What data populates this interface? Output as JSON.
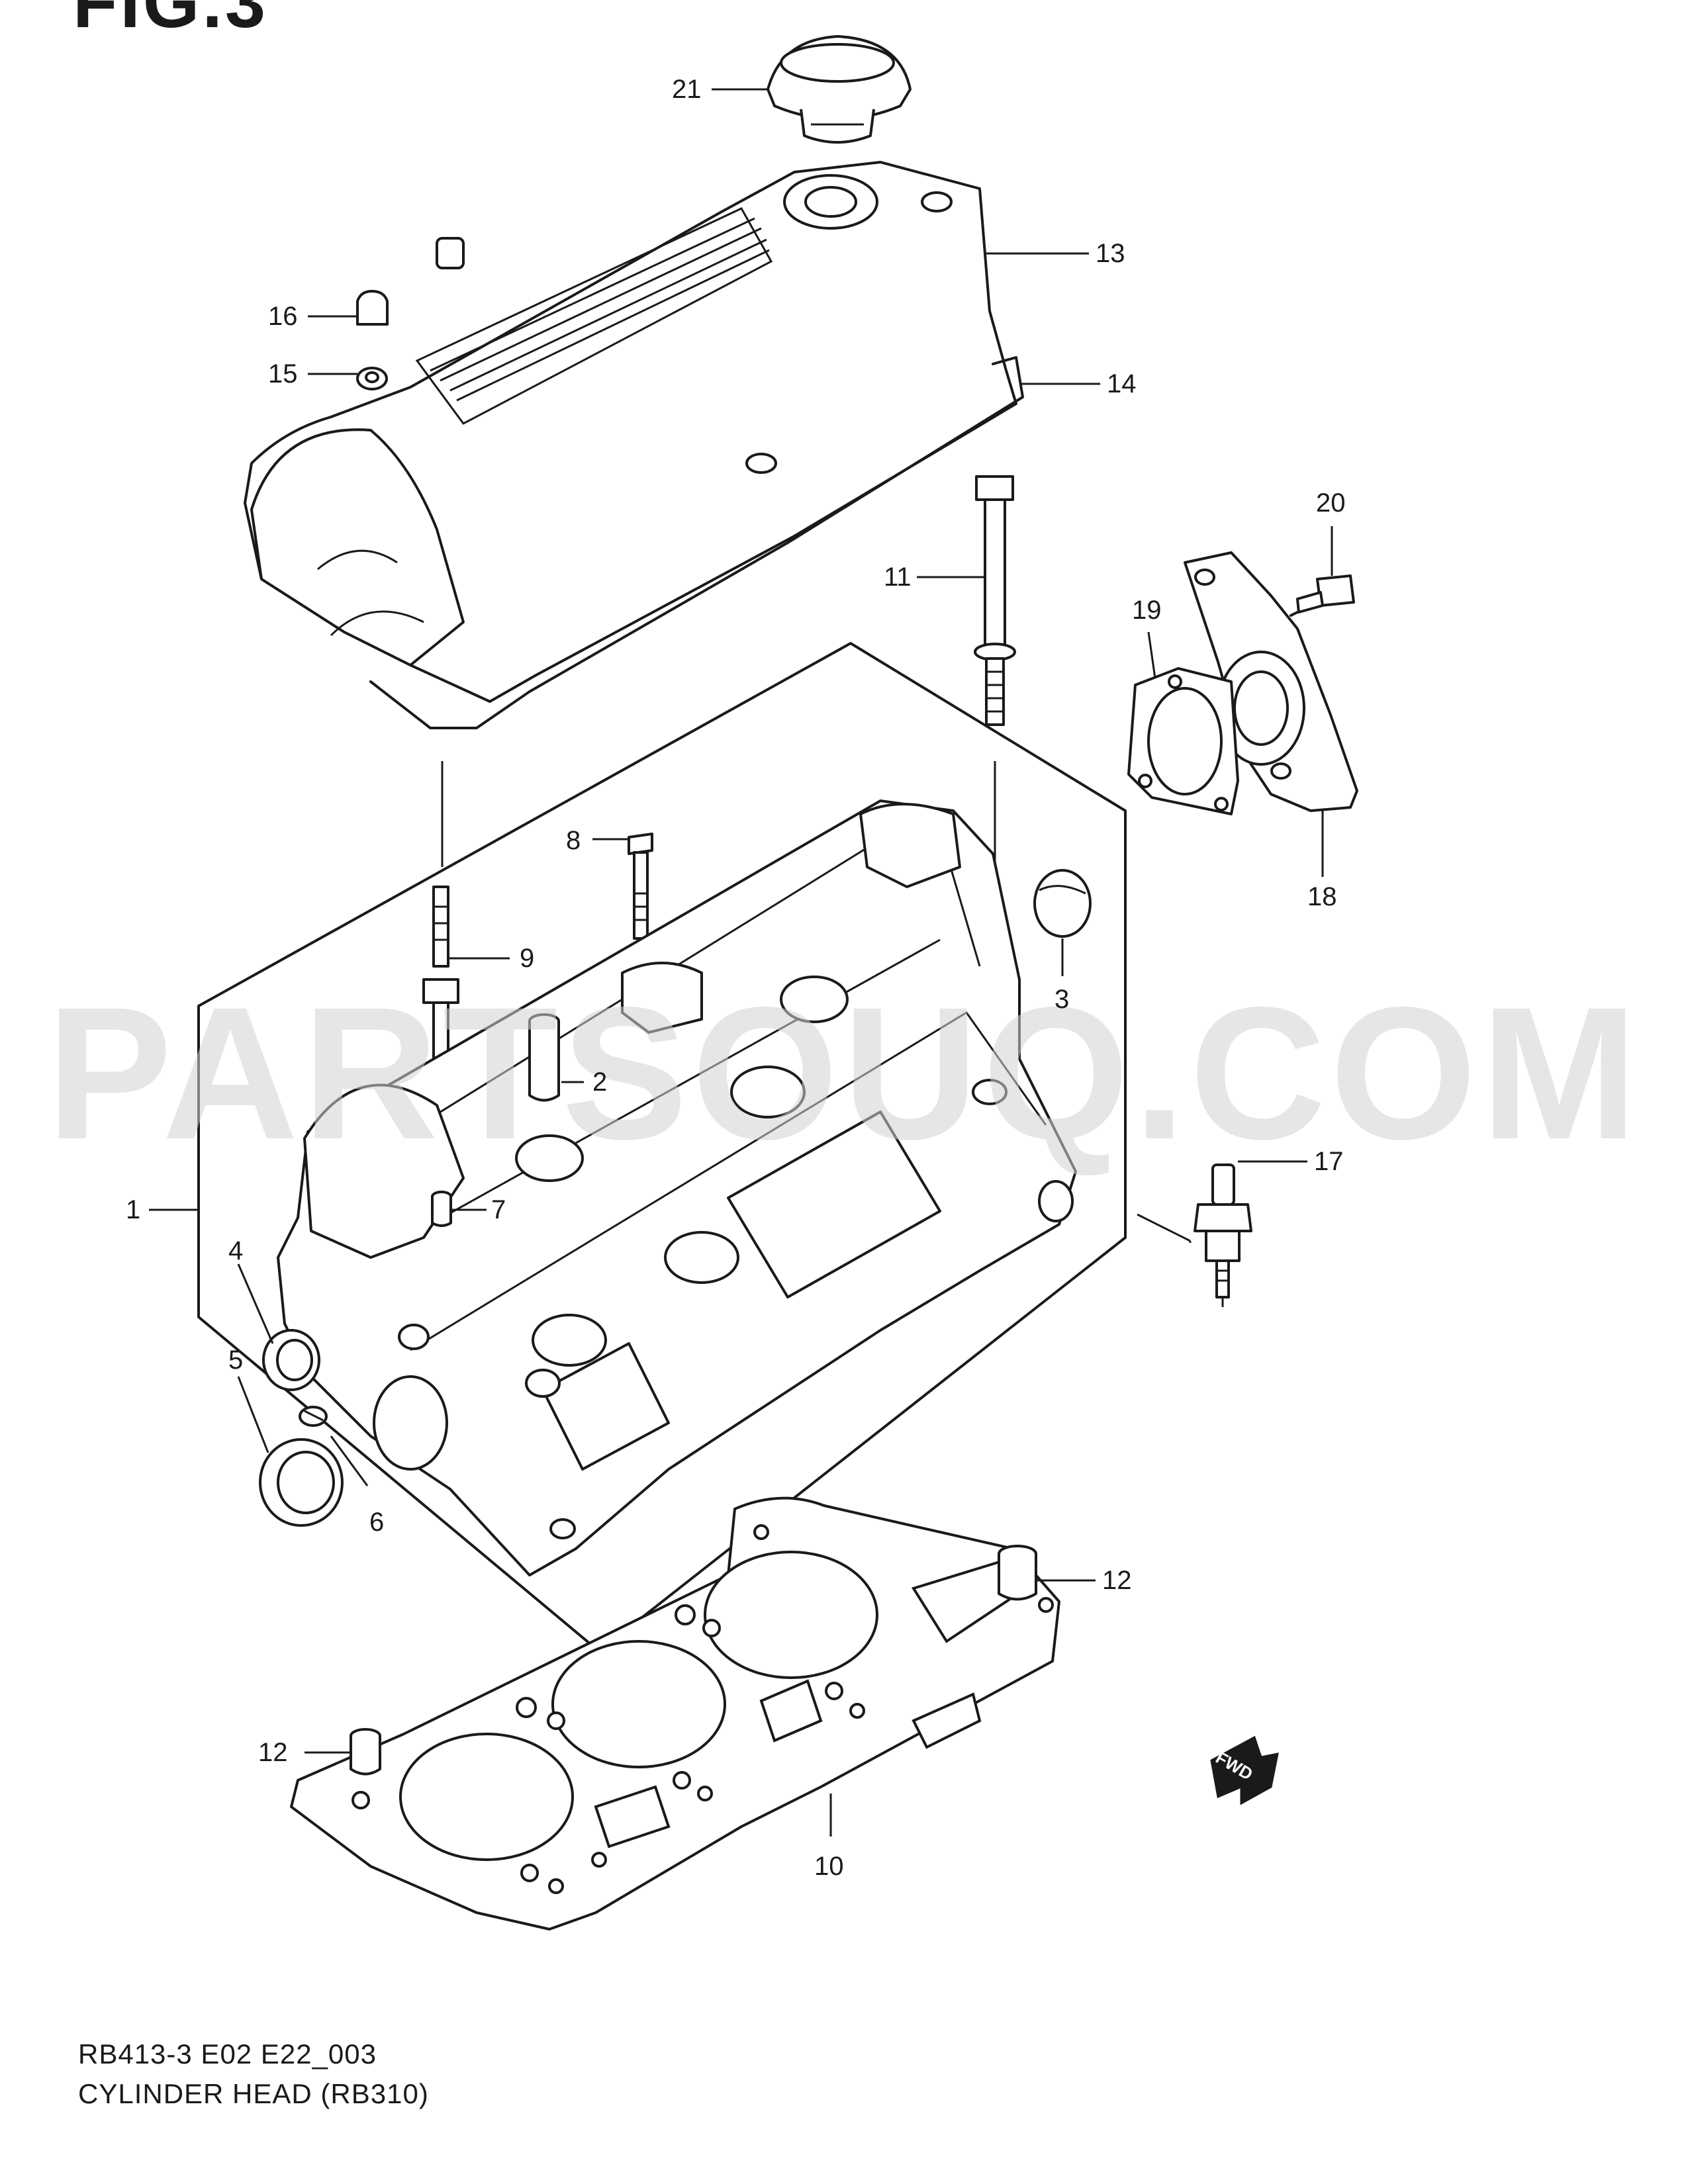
{
  "figure_label": "FIG.3",
  "watermark": "PARTSOUQ.COM",
  "callouts": {
    "c1": "1",
    "c2": "2",
    "c3": "3",
    "c4": "4",
    "c5": "5",
    "c6": "6",
    "c7": "7",
    "c8": "8",
    "c9": "9",
    "c10": "10",
    "c11": "11",
    "c12a": "12",
    "c12b": "12",
    "c13": "13",
    "c14": "14",
    "c15": "15",
    "c16": "16",
    "c17": "17",
    "c18": "18",
    "c19": "19",
    "c20": "20",
    "c21": "21"
  },
  "fwd_label": "FWD",
  "footer": {
    "code": "RB413-3 E02 E22_003",
    "title": "CYLINDER HEAD (RB310)"
  }
}
